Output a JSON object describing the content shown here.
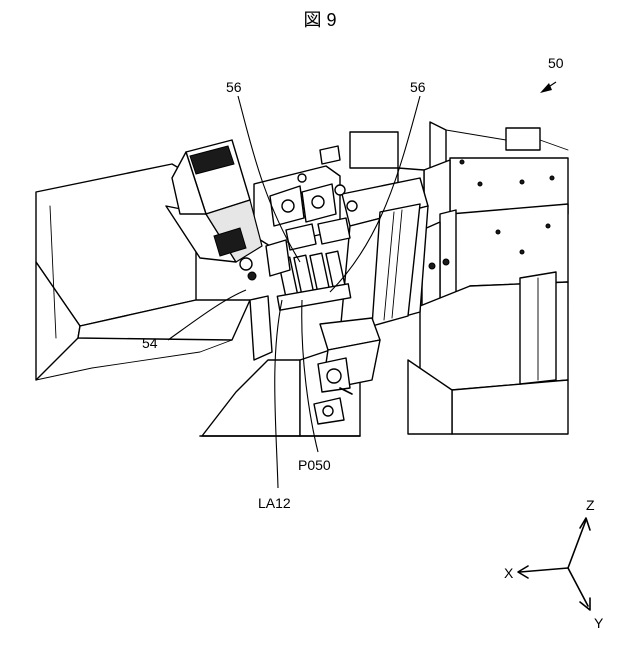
{
  "figure": {
    "title": "図 9",
    "labels": {
      "assembly": "50",
      "part_56_left": "56",
      "part_56_right": "56",
      "part_54": "54",
      "part_P050": "P050",
      "part_LA12": "LA12"
    },
    "axes": {
      "z": "Z",
      "x": "X",
      "y": "Y"
    }
  }
}
